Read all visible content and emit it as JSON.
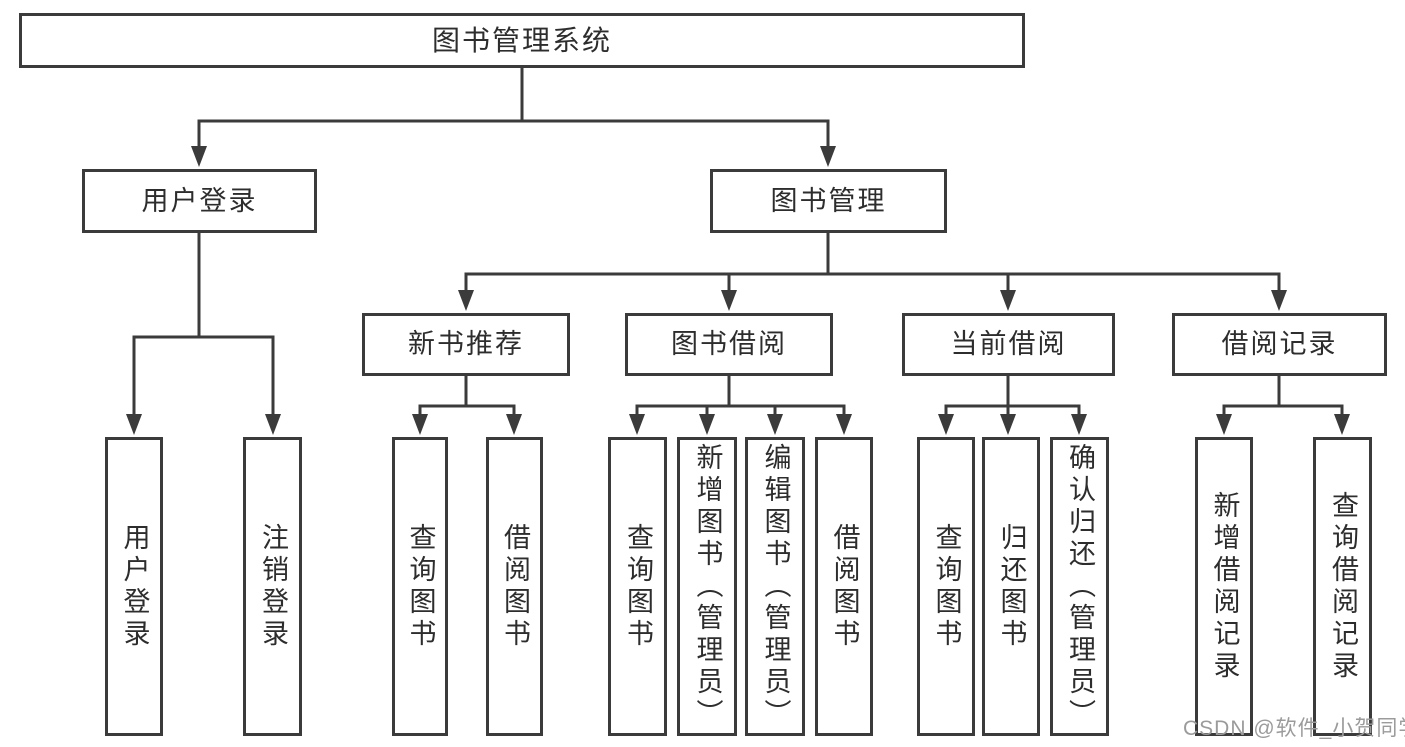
{
  "diagram_title": "图书管理系统",
  "colors": {
    "line": "#3b3b3b",
    "box_border": "#3b3b3b",
    "text": "#2d2d2d",
    "watermark": "#9b9b9b",
    "background": "#ffffff"
  },
  "watermark": {
    "text": "CSDN @软件_小贺同学"
  },
  "tree": {
    "root": {
      "label": "图书管理系统"
    },
    "level2": [
      {
        "label": "用户登录",
        "leaves": [
          {
            "label": "用户登录"
          },
          {
            "label": "注销登录"
          }
        ]
      },
      {
        "label": "图书管理",
        "groups": [
          {
            "label": "新书推荐",
            "leaves": [
              {
                "label": "查询图书"
              },
              {
                "label": "借阅图书"
              }
            ]
          },
          {
            "label": "图书借阅",
            "leaves": [
              {
                "label": "查询图书"
              },
              {
                "label": "新增图书（管理员）"
              },
              {
                "label": "编辑图书（管理员）"
              },
              {
                "label": "借阅图书"
              }
            ]
          },
          {
            "label": "当前借阅",
            "leaves": [
              {
                "label": "查询图书"
              },
              {
                "label": "归还图书"
              },
              {
                "label": "确认归还（管理员）"
              }
            ]
          },
          {
            "label": "借阅记录",
            "leaves": [
              {
                "label": "新增借阅记录"
              },
              {
                "label": "查询借阅记录"
              }
            ]
          }
        ]
      }
    ]
  }
}
